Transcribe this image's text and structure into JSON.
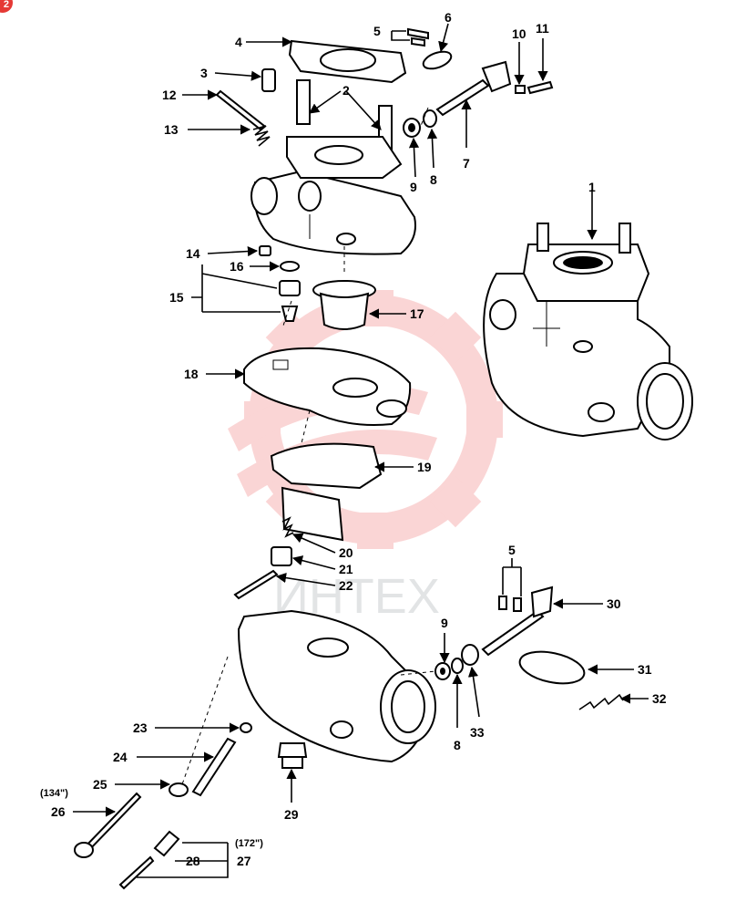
{
  "badge": {
    "text": "2",
    "color": "#e53935"
  },
  "watermark": {
    "text": "ИНТЕХ",
    "color": "#f06a6a"
  },
  "notes": {
    "n26": "(134\")",
    "n27": "(172\")"
  },
  "callouts": {
    "c1": "1",
    "c2": "2",
    "c3": "3",
    "c4": "4",
    "c5a": "5",
    "c5b": "5",
    "c6": "6",
    "c7": "7",
    "c8a": "8",
    "c8b": "8",
    "c9a": "9",
    "c9b": "9",
    "c10": "10",
    "c11": "11",
    "c12": "12",
    "c13": "13",
    "c14": "14",
    "c15": "15",
    "c16": "16",
    "c17": "17",
    "c18": "18",
    "c19": "19",
    "c20": "20",
    "c21": "21",
    "c22": "22",
    "c23": "23",
    "c24": "24",
    "c25": "25",
    "c26": "26",
    "c27": "27",
    "c28": "28",
    "c29": "29",
    "c30": "30",
    "c31": "31",
    "c32": "32",
    "c33": "33"
  }
}
